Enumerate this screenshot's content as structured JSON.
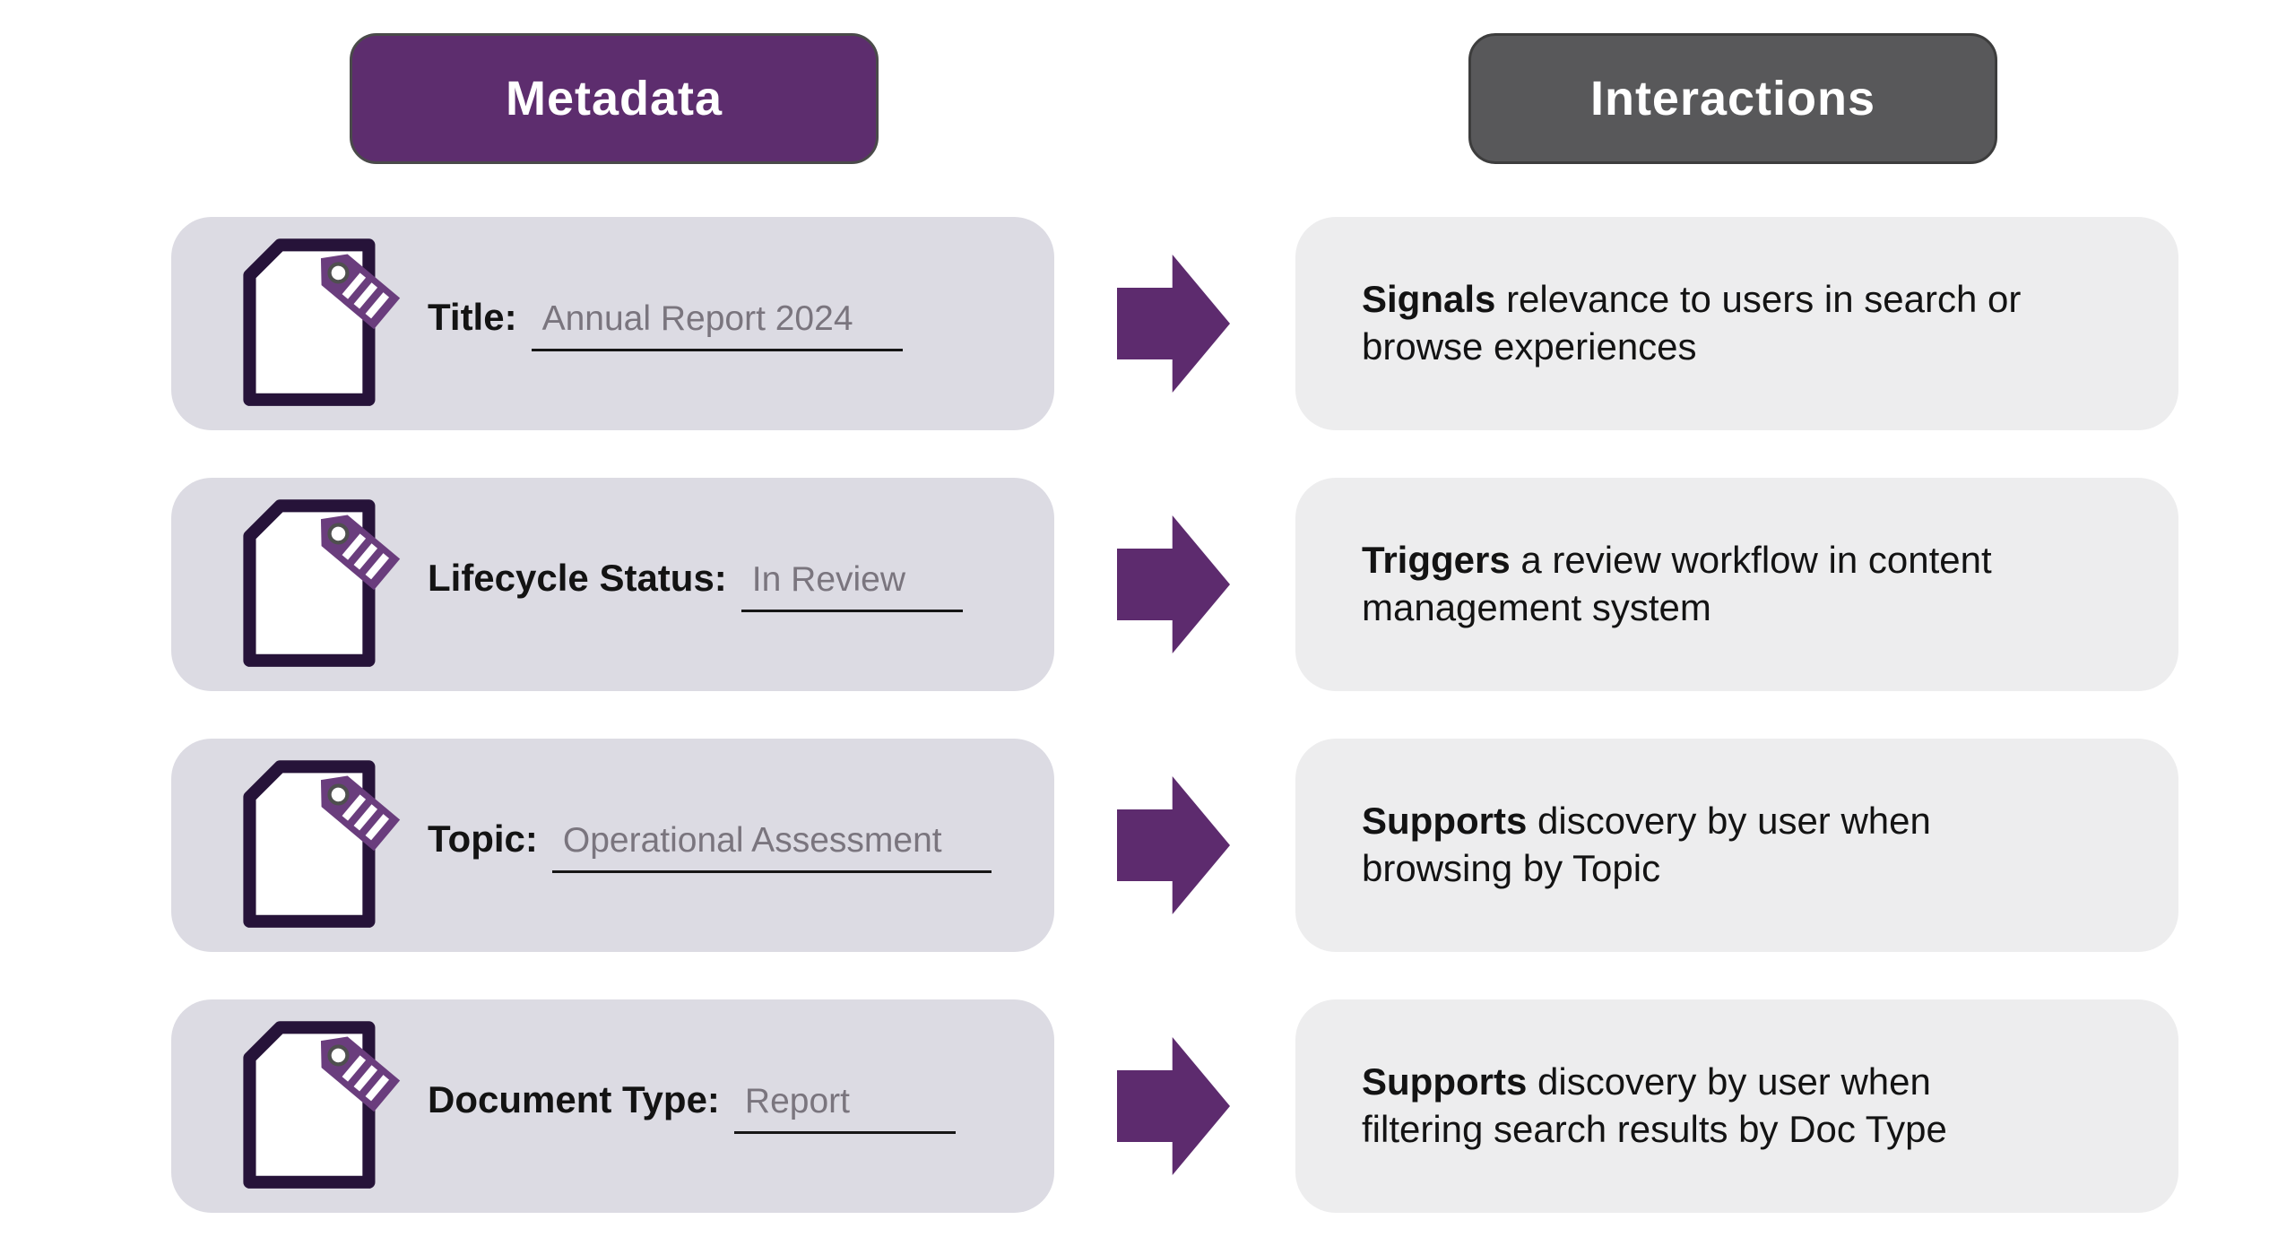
{
  "header": {
    "metadata_label": "Metadata",
    "interactions_label": "Interactions"
  },
  "colors": {
    "metadata_badge_purple": "#5D2D6E",
    "interactions_badge_gray": "#58585A",
    "arrow_purple": "#5D2B6E",
    "metadata_card_bg": "#DCDBE3",
    "interaction_card_bg": "#EDEDEE",
    "tag_purple": "#6A3D7D",
    "document_outline": "#261339",
    "field_value_gray": "#7A757E",
    "text_dark": "#131313"
  },
  "icons": {
    "metadata_card_icon": "document-with-tag-icon",
    "connector_icon": "right-arrow-icon"
  },
  "rows": [
    {
      "field_label": "Title:",
      "field_value": "Annual Report 2024",
      "interaction": {
        "bold": "Signals",
        "line1": "relevance to users in search or",
        "line2": "browse experiences"
      }
    },
    {
      "field_label": "Lifecycle Status:",
      "field_value": "In Review",
      "interaction": {
        "bold": "Triggers",
        "line1": "a review workflow in content",
        "line2": "management system"
      }
    },
    {
      "field_label": "Topic:",
      "field_value": "Operational Assessment",
      "interaction": {
        "bold": "Supports",
        "line1": "discovery by user when",
        "line2": "browsing by Topic"
      }
    },
    {
      "field_label": "Document Type:",
      "field_value": "Report",
      "interaction": {
        "bold": "Supports",
        "line1": "discovery by user when",
        "line2": "filtering search results by Doc Type"
      }
    }
  ]
}
